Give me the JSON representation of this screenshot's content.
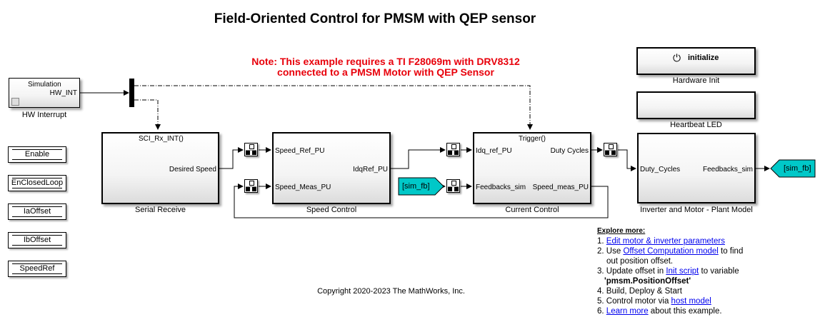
{
  "title": "Field-Oriented Control for PMSM with QEP sensor",
  "note": [
    "Note: This example requires a TI F28069m with DRV8312",
    "connected to a PMSM Motor with QEP Sensor"
  ],
  "blocks": {
    "hw_interrupt": {
      "title": "Simulation",
      "port_out": "HW_INT",
      "label": "HW Interrupt"
    },
    "serial_receive": {
      "trigger": "SCI_Rx_INT()",
      "port_out": "Desired Speed",
      "label": "Serial Receive"
    },
    "speed_control": {
      "port_in_1": "Speed_Ref_PU",
      "port_in_2": "Speed_Meas_PU",
      "port_out": "IdqRef_PU",
      "label": "Speed Control"
    },
    "current_control": {
      "trigger": "Trigger()",
      "port_in_1": "Idq_ref_PU",
      "port_in_2": "Feedbacks_sim",
      "port_out_1": "Duty Cycles",
      "port_out_2": "Speed_meas_PU",
      "label": "Current Control"
    },
    "plant_model": {
      "port_in": "Duty_Cycles",
      "port_out": "Feedbacks_sim",
      "label": "Inverter and Motor - Plant Model"
    },
    "hardware_init": {
      "button": "initialize",
      "label": "Hardware Init"
    },
    "heartbeat": {
      "label": "Heartbeat LED"
    },
    "from_tag": "[sim_fb]",
    "goto_tag": "[sim_fb]"
  },
  "constants": [
    "Enable",
    "EnClosedLoop",
    "IaOffset",
    "IbOffset",
    "SpeedRef"
  ],
  "copyright": "Copyright 2020-2023 The MathWorks, Inc.",
  "explore": {
    "heading": "Explore more:",
    "items": [
      {
        "pre": "1. ",
        "link": "Edit motor & inverter parameters",
        "post": ""
      },
      {
        "pre": "2. Use ",
        "link": "Offset Computation model",
        "post": " to find"
      },
      {
        "pre": "",
        "link": "",
        "post": "out position offset."
      },
      {
        "pre": "3. Update offset in ",
        "link": "Init script",
        "post": " to variable"
      },
      {
        "pre": "",
        "link": "",
        "post": "'pmsm.PositionOffset'"
      },
      {
        "pre": "4. Build, Deploy & Start",
        "link": "",
        "post": ""
      },
      {
        "pre": "5. Control motor via ",
        "link": "host model",
        "post": ""
      },
      {
        "pre": "6. ",
        "link": "Learn more",
        "post": " about this example."
      }
    ]
  },
  "colors": {
    "note": "#e8000b",
    "tag": "#00c8c8",
    "link": "#0000ee"
  }
}
